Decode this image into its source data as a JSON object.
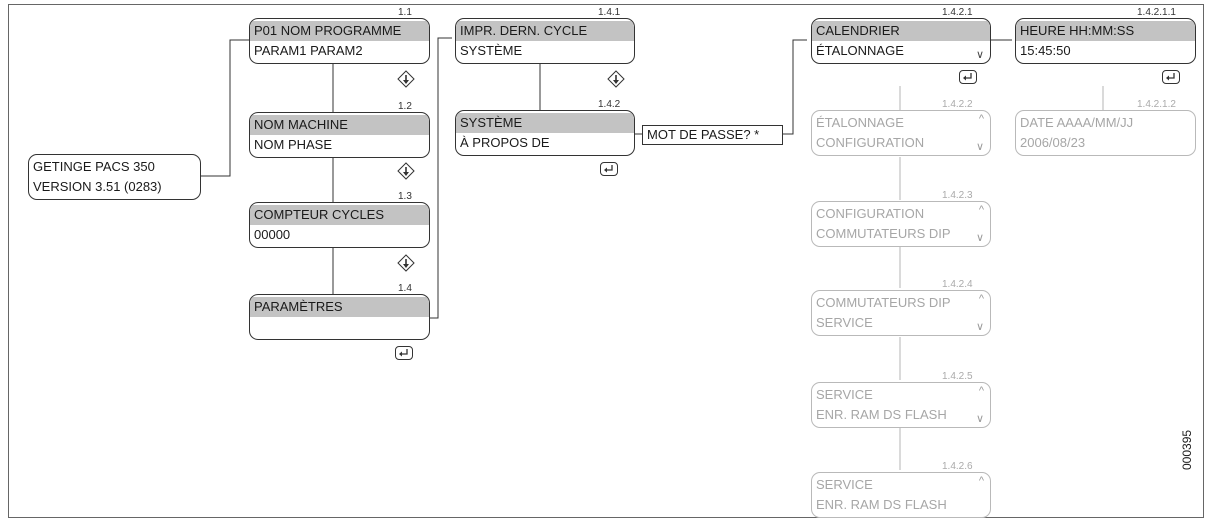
{
  "root": {
    "line1": "GETINGE PACS 350",
    "line2": "VERSION 3.51 (0283)"
  },
  "menu": [
    {
      "id": "1.1",
      "line1": "P01  NOM PROGRAMME",
      "line2": "PARAM1      PARAM2"
    },
    {
      "id": "1.2",
      "line1": "NOM MACHINE",
      "line2": "NOM PHASE"
    },
    {
      "id": "1.3",
      "line1": "COMPTEUR CYCLES",
      "line2": "00000"
    },
    {
      "id": "1.4",
      "line1": "PARAMÈTRES",
      "line2": ""
    }
  ],
  "params": [
    {
      "id": "1.4.1",
      "line1": "IMPR. DERN. CYCLE",
      "line2": "SYSTÈME"
    },
    {
      "id": "1.4.2",
      "line1": "SYSTÈME",
      "line2": "À PROPOS DE"
    }
  ],
  "password_prompt": "MOT DE PASSE? *",
  "system_menu": [
    {
      "id": "1.4.2.1",
      "line1": "CALENDRIER",
      "line2": "ÉTALONNAGE"
    },
    {
      "id": "1.4.2.2",
      "line1": "ÉTALONNAGE",
      "line2": "CONFIGURATION"
    },
    {
      "id": "1.4.2.3",
      "line1": "CONFIGURATION",
      "line2": "COMMUTATEURS DIP"
    },
    {
      "id": "1.4.2.4",
      "line1": "COMMUTATEURS DIP",
      "line2": "SERVICE"
    },
    {
      "id": "1.4.2.5",
      "line1": "SERVICE",
      "line2": "ENR. RAM DS FLASH"
    },
    {
      "id": "1.4.2.6",
      "line1": "SERVICE",
      "line2": "ENR. RAM DS FLASH"
    }
  ],
  "calendar_menu": [
    {
      "id": "1.4.2.1.1",
      "line1": "HEURE HH:MM:SS",
      "line2": "15:45:50"
    },
    {
      "id": "1.4.2.1.2",
      "line1": "DATE AAAA/MM/JJ",
      "line2": "2006/08/23"
    }
  ],
  "figure_number": "000395",
  "icons": {
    "scroll": "scroll-down-icon",
    "enter": "enter-icon",
    "up": "scroll-up-caret-icon",
    "down": "scroll-down-caret-icon"
  }
}
